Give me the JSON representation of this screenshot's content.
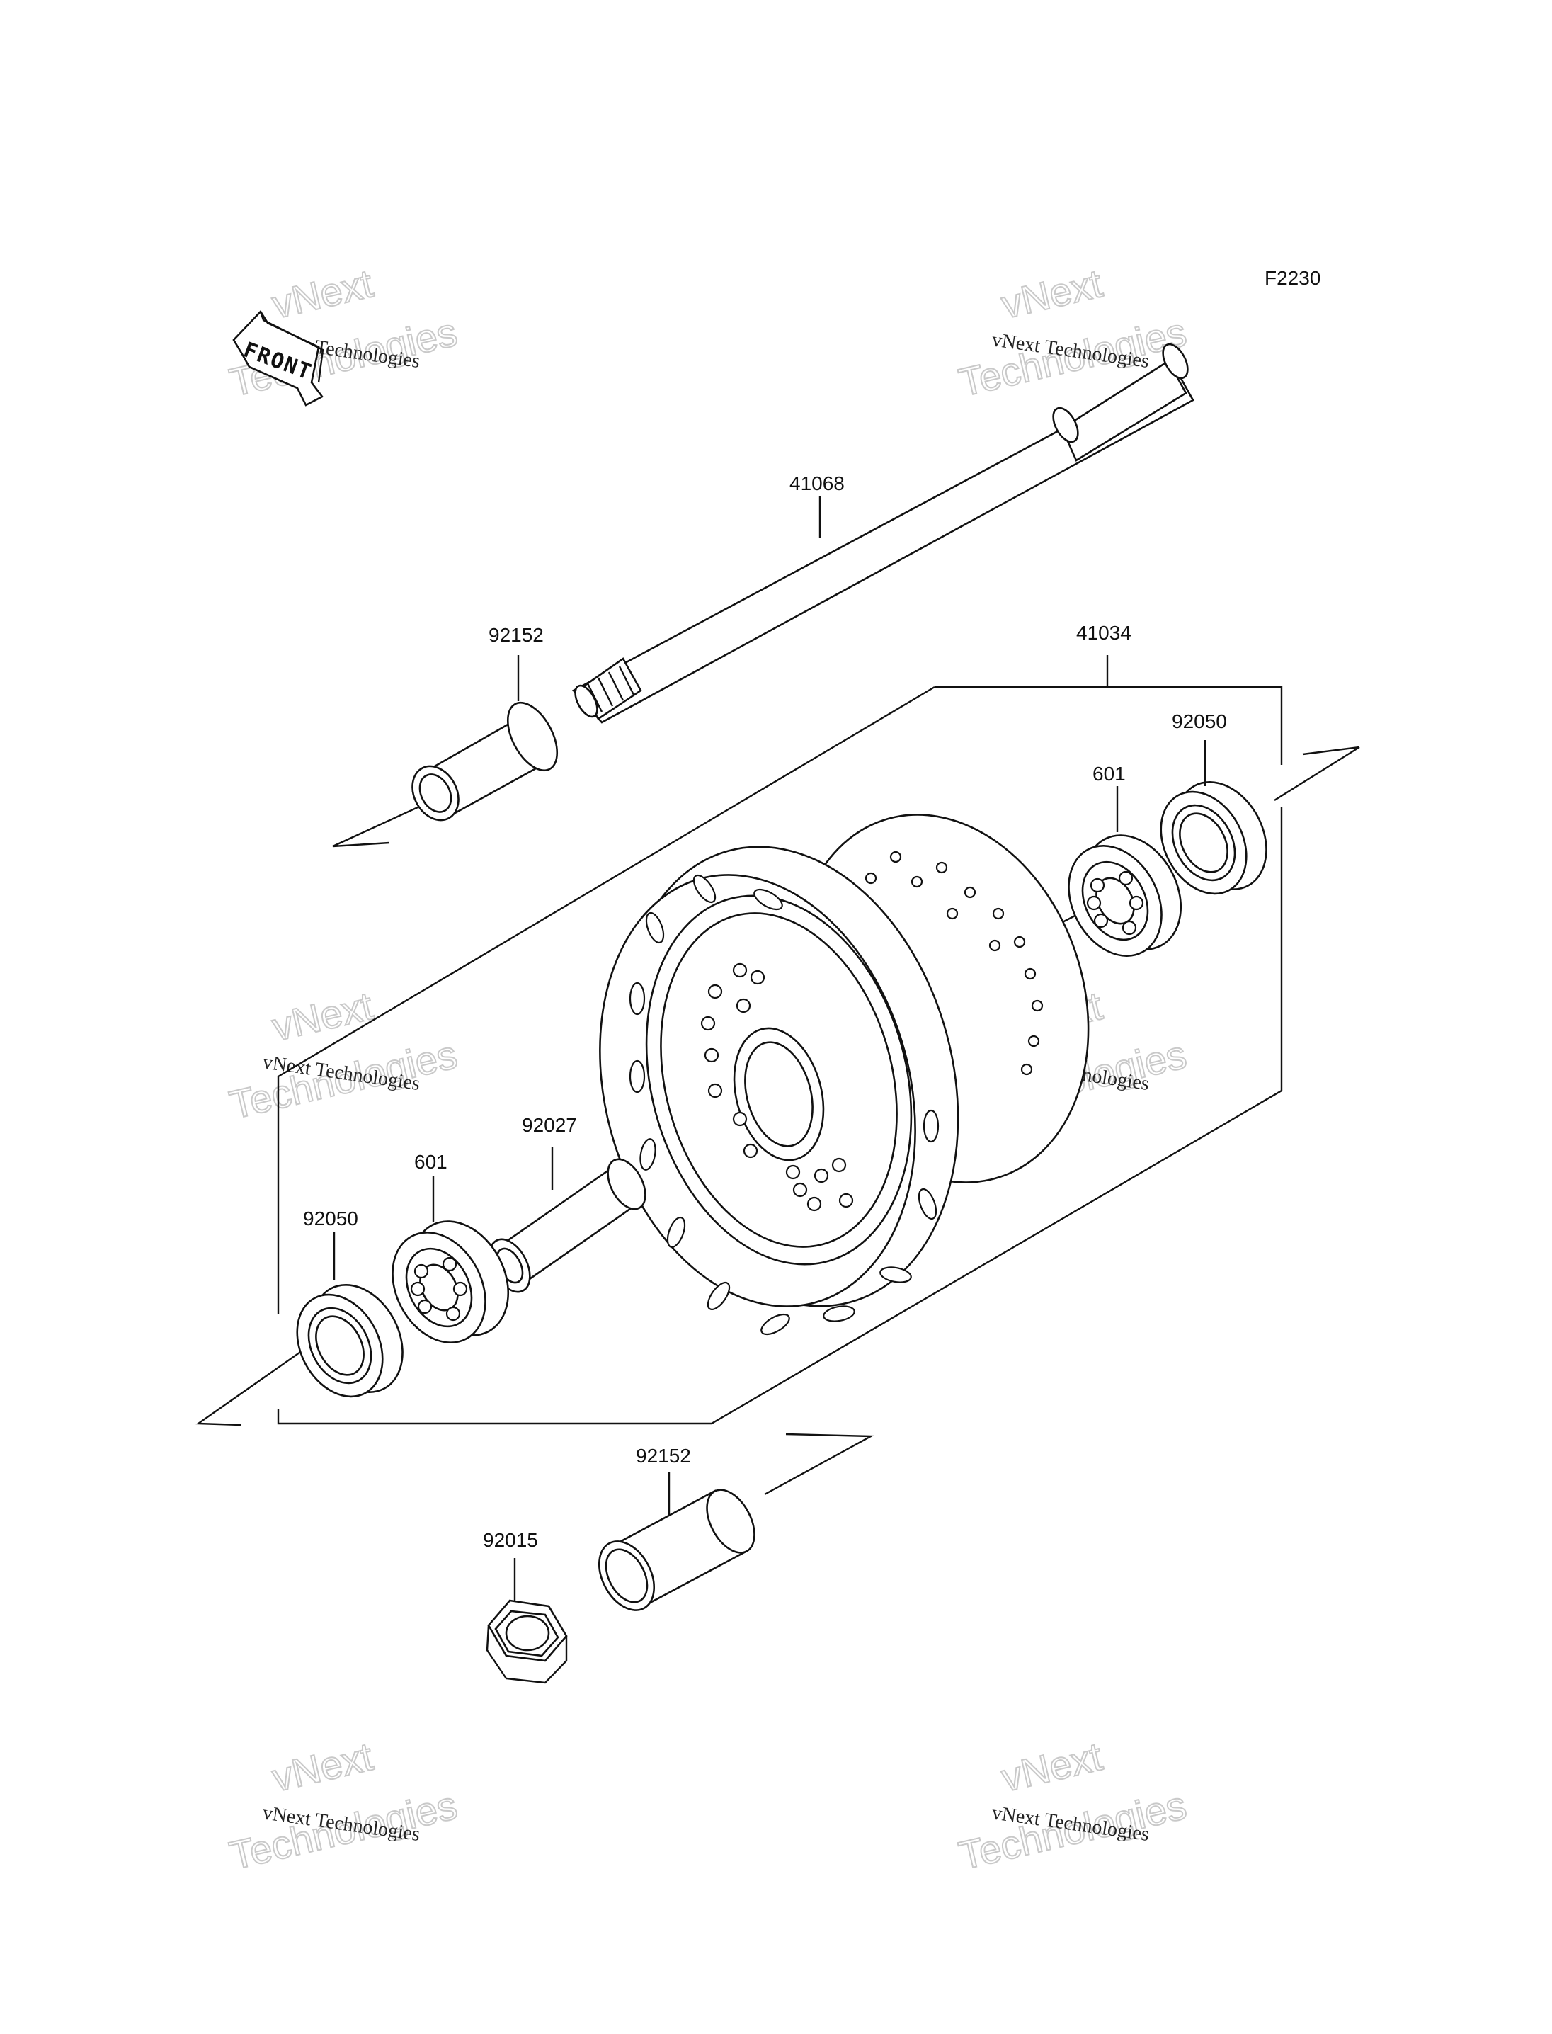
{
  "diagram": {
    "code": "F2230",
    "front_arrow_text": "FRONT",
    "parts": {
      "axle": "41068",
      "hub": "41034",
      "collar_upper": "92152",
      "collar_lower": "92152",
      "seal_right": "92050",
      "seal_left": "92050",
      "bearing_right": "601",
      "bearing_left": "601",
      "spacer": "92027",
      "nut": "92015"
    }
  },
  "watermark": {
    "line1": "vNext",
    "line2": "vNext Technologies",
    "line3": "Technologies"
  }
}
